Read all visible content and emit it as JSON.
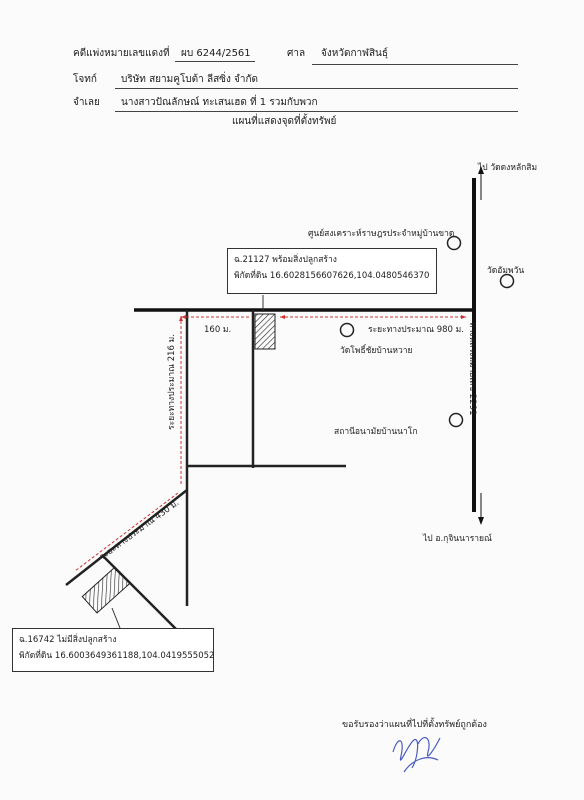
{
  "header": {
    "case_label": "คดีแพ่งหมายเลขแดงที่",
    "case_number": "ผบ 6244/2561",
    "court_label": "ศาล",
    "court_name": "จังหวัดกาฬสินธุ์",
    "plaintiff_label": "โจทก์",
    "plaintiff_name": "บริษัท สยามคูโบต้า ลีสซิ่ง จำกัด",
    "defendant_label": "จำเลย",
    "defendant_name": "นางสาวปัณลักษณ์ ทะเสนเฮด ที่ 1 รวมกับพวก",
    "map_title": "แผนที่แสดงจุดที่ตั้งทรัพย์"
  },
  "map": {
    "to_north": "ไป วัดดงหลักสิม",
    "to_south": "ไป อ.กุจินนารายณ์",
    "highway": "ทางหลวงหมายเลข 2291",
    "landmarks": {
      "center": "ศูนย์สงเคราะห์ราษฎรประจำหมู่บ้านขาด",
      "wat_east": "วัดอัมพวัน",
      "wat_village": "วัดโพธิ์ชัยบ้านหวาย",
      "health_station": "สถานีอนามัยบ้านนาโก"
    },
    "distances": {
      "d160": "160 ม.",
      "d980": "ระยะทางประมาณ 980 ม.",
      "d216": "ระยะทางประมาณ 216 ม.",
      "d430": "ระยะทางประมาณ 430 ม."
    },
    "property1": {
      "deed": "ฉ.21127 พร้อมสิ่งปลูกสร้าง",
      "coords": "พิกัดที่ดิน 16.6028156607626,104.0480546370"
    },
    "property2": {
      "deed": "ฉ.16742 ไม่มีสิ่งปลูกสร้าง",
      "coords": "พิกัดที่ดิน 16.6003649361188,104.0419555052"
    }
  },
  "footer": {
    "certify": "ขอรับรองว่าแผนที่ไปที่ตั้งทรัพย์ถูกต้อง"
  }
}
